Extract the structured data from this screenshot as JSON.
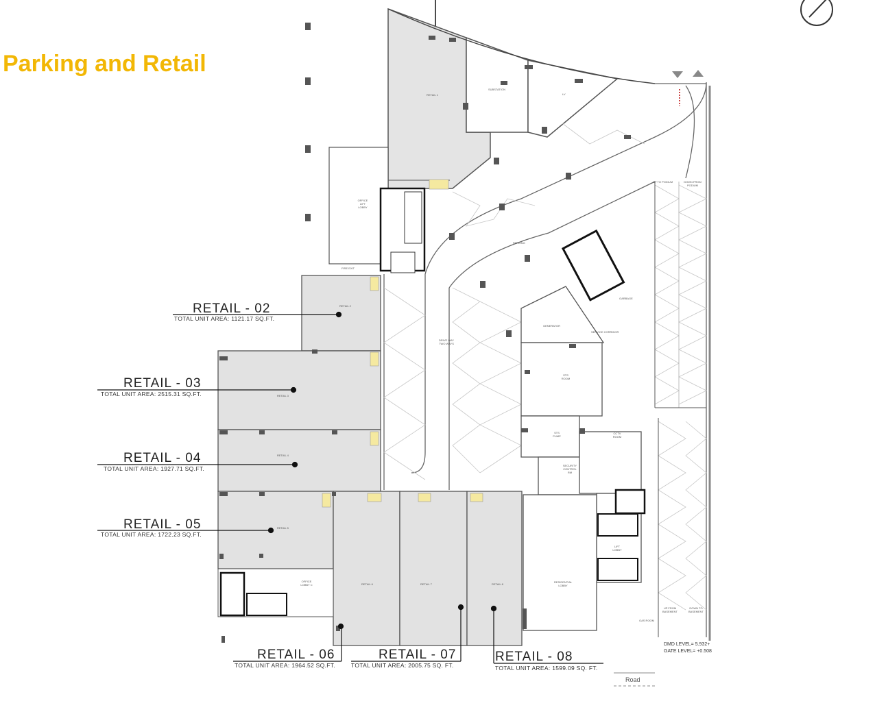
{
  "page": {
    "title": "Parking and Retail"
  },
  "callouts": [
    {
      "id": "02",
      "name": "RETAIL - 02",
      "area": "TOTAL UNIT AREA:  1121.17 SQ.FT."
    },
    {
      "id": "03",
      "name": "RETAIL - 03",
      "area": "TOTAL UNIT AREA:  2515.31 SQ.FT."
    },
    {
      "id": "04",
      "name": "RETAIL - 04",
      "area": "TOTAL UNIT AREA:  1927.71 SQ.FT."
    },
    {
      "id": "05",
      "name": "RETAIL - 05",
      "area": "TOTAL UNIT AREA:  1722.23 SQ.FT."
    },
    {
      "id": "06",
      "name": "RETAIL - 06",
      "area": "TOTAL UNIT AREA:  1964.52 SQ.FT."
    },
    {
      "id": "07",
      "name": "RETAIL - 07",
      "area": "TOTAL UNIT AREA:  2005.75 SQ. FT."
    },
    {
      "id": "08",
      "name": "RETAIL - 08",
      "area": "TOTAL UNIT AREA:  1599.09 SQ. FT."
    }
  ],
  "levels": {
    "dmd": "DMD LEVEL= 5.932+",
    "gate": "GATE LEVEL= +0.508"
  },
  "road": "Road",
  "room_labels": {
    "r1": "RETAIL 1",
    "sub": "SUBSTATION",
    "lv": "LV",
    "office_lobby": "OFFICE LIFT LOBBY",
    "fire_exit": "FIRE EXIT",
    "r2": "RETAIL 2",
    "r3": "RETAIL 3",
    "r4": "RETAIL 4",
    "r5": "RETAIL 5",
    "r6": "RETAIL 6",
    "r7": "RETAIL 7",
    "r8": "RETAIL 8",
    "office_lobby_c": "OFFICE LOBBY C",
    "generator": "GENERATOR",
    "sts_room": "STS ROOM",
    "sts_pump": "STS PUMP",
    "security": "SECURITY CONTROL RM",
    "cctv": "CCTV ROOM",
    "garbage": "GARBAGE",
    "res_lobby": "RESIDENTIAL LOBBY",
    "lift_lobby": "LIFT LOBBY",
    "gas_room": "GAS ROOM",
    "drive_way": "DRIVE WAY TWO WAYS",
    "parking": "PARKING",
    "up_podium": "UP TO PODIUM",
    "down_podium": "DOWN FROM PODIUM",
    "up_basement": "UP FROM BASEMENT",
    "down_basement": "DOWN TO BASEMENT",
    "service": "SERVICE CORRIDOR"
  }
}
